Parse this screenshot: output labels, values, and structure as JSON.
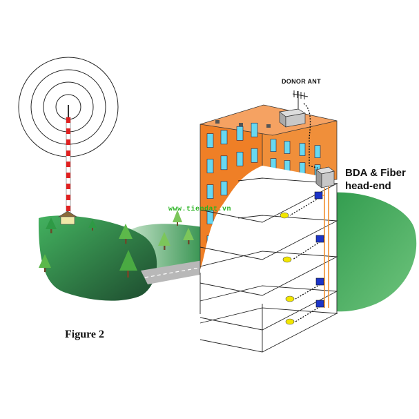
{
  "labels": {
    "donor_ant": "DONOR ANT",
    "bda_line1": "BDA & Fiber",
    "bda_line2": "head-end",
    "figure": "Figure 2"
  },
  "watermark": "www.tiendat.vn",
  "colors": {
    "facade": "#ef7f26",
    "window": "#68d8f0",
    "grass_light": "#3ba75a",
    "grass_dark": "#225a35",
    "tower_red": "#e02020",
    "fiber": "#f09030",
    "repeater": "#1c34c8",
    "antenna_node": "#f2e600"
  }
}
